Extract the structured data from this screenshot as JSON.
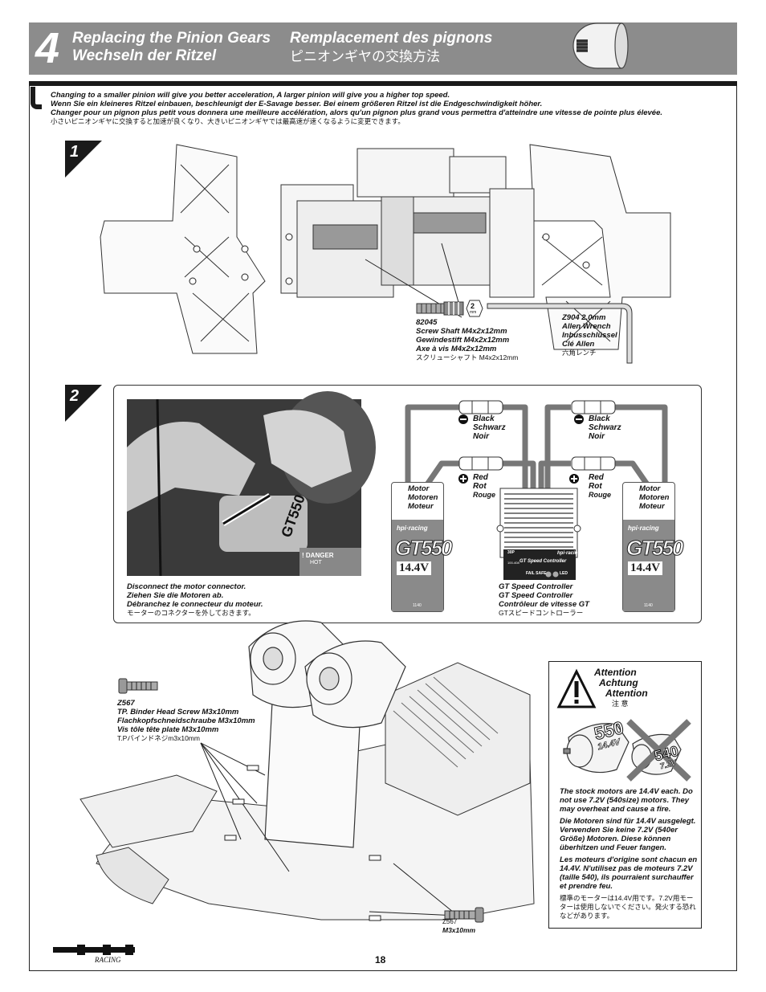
{
  "header": {
    "step_number": "4",
    "title_en": "Replacing the Pinion Gears",
    "title_de": "Wechseln der Ritzel",
    "title_fr": "Remplacement des pignons",
    "title_jp": "ピニオンギヤの交換方法"
  },
  "intro": {
    "en": "Changing to a smaller pinion will give you better acceleration, A larger pinion will give you a higher top speed.",
    "de": "Wenn Sie ein kleineres Ritzel einbauen, beschleunigt der E-Savage besser. Bei einem größeren Ritzel ist die Endgeschwindigkeit höher.",
    "fr": "Changer pour un pignon plus petit vous donnera une meilleure accélération, alors qu'un pignon plus grand vous permettra d'atteindre une vitesse de pointe plus élevée.",
    "jp": "小さいピニオンギヤに交換すると加速が良くなり、大きいピニオンギヤでは最高速が速くなるように変更できます。"
  },
  "step1": {
    "label": "1",
    "part_82045": {
      "number": "82045",
      "en": "Screw Shaft M4x2x12mm",
      "de": "Gewindestift M4x2x12mm",
      "fr": "Axe à vis M4x2x12mm",
      "jp": "スクリューシャフト M4x2x12mm"
    },
    "part_z904": {
      "number": "Z904 2.0mm",
      "en": "Allen Wrench",
      "de": "Inbusschlüssel",
      "fr": "Clé Allen",
      "jp": "六角レンチ"
    },
    "wrench_size": "2",
    "wrench_unit": "mm"
  },
  "step2": {
    "label": "2",
    "photo_caption": {
      "en": "Disconnect the motor connector.",
      "de": "Ziehen Sie die Motoren ab.",
      "fr": "Débranchez le connecteur du moteur.",
      "jp": "モーターのコネクターを外しておきます。"
    },
    "photo_text": {
      "motor_model": "GT550",
      "danger": "! DANGER",
      "danger_sub": "HOT"
    },
    "wiring": {
      "black_left": [
        "Black",
        "Schwarz",
        "Noir"
      ],
      "black_right": [
        "Black",
        "Schwarz",
        "Noir"
      ],
      "red_left": [
        "Red",
        "Rot",
        "Rouge"
      ],
      "red_right": [
        "Red",
        "Rot",
        "Rouge"
      ],
      "motor_left": [
        "Motor",
        "Motoren",
        "Moteur"
      ],
      "motor_right": [
        "Motor",
        "Motoren",
        "Moteur"
      ],
      "motor_brand": "hpi·racing",
      "motor_model": "GT550",
      "motor_voltage": "14.4V",
      "motor_code": "1140",
      "esc_caption": {
        "en": "GT Speed Controller",
        "de": "GT Speed Controller",
        "fr": "Contrôleur de vitesse GT",
        "jp": "GTスピードコントローラー"
      },
      "esc_code": "30P",
      "esc_code2": "100-408",
      "esc_brand": "hpi·racing",
      "esc_model": "GT Speed Controller",
      "esc_fail": "FAIL SAFE",
      "esc_led": "LED"
    },
    "part_z567": {
      "number": "Z567",
      "en": "TP. Binder Head Screw M3x10mm",
      "de": "Flachkopfschneidschraube M3x10mm",
      "fr": "Vis tôle tête plate  M3x10mm",
      "jp": "T.Pバインドネジm3x10mm",
      "callout_number": "Z567",
      "callout_size": "M3x10mm"
    }
  },
  "attention": {
    "en": "Attention",
    "de": "Achtung",
    "fr": "Attention",
    "jp": "注 意",
    "ok_motor": "550",
    "ok_volt": "14.4V",
    "bad_motor": "540",
    "bad_volt": "7.2V",
    "text_en": "The stock motors are 14.4V each. Do not use 7.2V (540size) motors. They may overheat and cause a fire.",
    "text_de": "Die Motoren sind für 14.4V ausgelegt. Verwenden Sie keine 7.2V (540er Größe) Motoren. Diese können überhitzen und Feuer fangen.",
    "text_fr": "Les moteurs d'origine sont chacun en 14.4V. N'utilisez pas de moteurs 7.2V (taille 540), ils pourraient surchauffer et prendre feu.",
    "text_jp": "標準のモーターは14.4V用です。7.2V用モーターは使用しないでください。発火する恐れなどがあります。"
  },
  "footer": {
    "page_number": "18",
    "logo": "HPI RACING"
  }
}
